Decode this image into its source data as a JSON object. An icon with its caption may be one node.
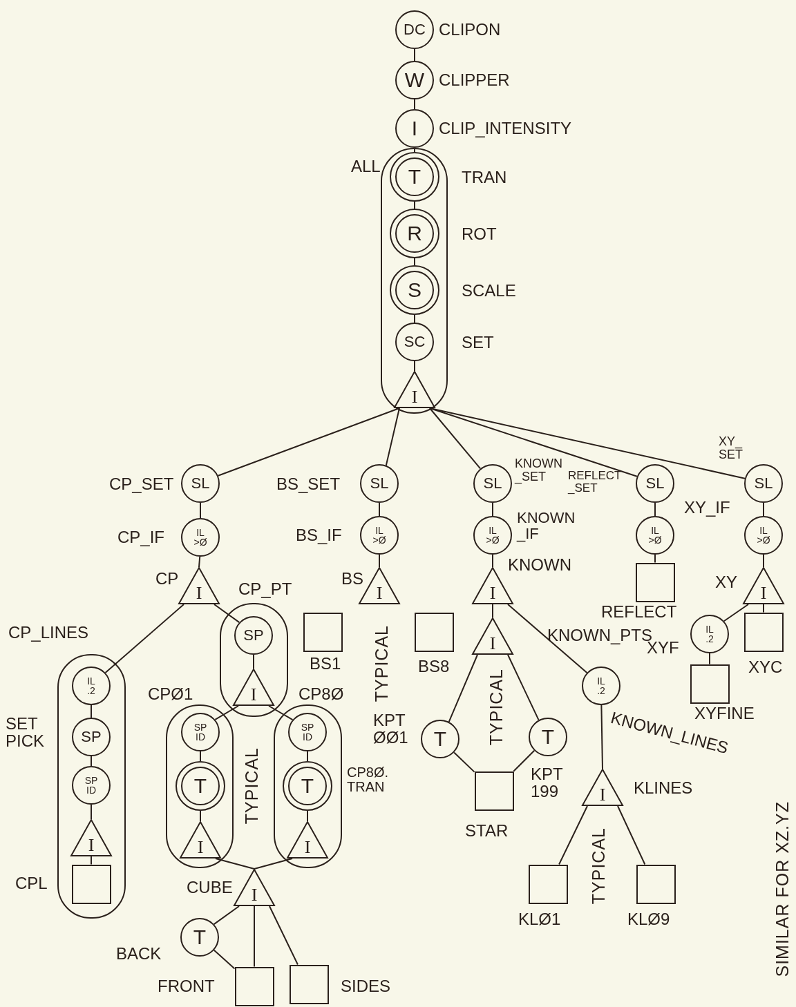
{
  "diagram": {
    "nodes": [
      {
        "text": [
          "DC"
        ],
        "beside": [
          "CLIPON"
        ]
      },
      {
        "text": [
          "W"
        ],
        "beside": [
          "CLIPPER"
        ]
      },
      {
        "text": [
          "I"
        ],
        "beside": [
          "CLIP_INTENSITY"
        ]
      },
      {
        "text": [
          "ALL"
        ]
      },
      {
        "text": [
          "T"
        ],
        "in": 3,
        "beside": [
          "TRAN"
        ]
      },
      {
        "text": [
          "R"
        ],
        "in": 3,
        "beside": [
          "ROT"
        ]
      },
      {
        "text": [
          "S"
        ],
        "in": 3,
        "beside": [
          "SCALE"
        ]
      },
      {
        "text": [
          "SC"
        ],
        "in": 3,
        "beside": [
          "SET"
        ]
      },
      {
        "text": [
          "I"
        ],
        "in": 3
      },
      {
        "text": [
          "SL"
        ],
        "beside": [
          "CP_SET"
        ]
      },
      {
        "text": [
          "SL"
        ],
        "beside": [
          "BS_SET"
        ]
      },
      {
        "text": [
          "SL"
        ],
        "beside": [
          "KNOWN _SET"
        ]
      },
      {
        "text": [
          "SL"
        ],
        "beside": [
          "REFLECT _SET"
        ]
      },
      {
        "text": [
          "SL"
        ],
        "beside": [
          "XY_ SET"
        ]
      },
      {
        "text": [
          "IL >Ø"
        ],
        "beside": [
          "CP_IF"
        ]
      },
      {
        "text": [
          "IL >Ø"
        ],
        "beside": [
          "BS_IF"
        ]
      },
      {
        "text": [
          "IL >Ø"
        ],
        "beside": [
          "KNOWN _IF"
        ]
      },
      {
        "text": [
          "IL >Ø"
        ]
      },
      {
        "text": [
          "IL >Ø"
        ],
        "beside": [
          "XY_IF"
        ]
      },
      {
        "text": [
          "I"
        ],
        "beside": [
          "CP"
        ]
      },
      {
        "text": [
          "I"
        ],
        "beside": [
          "BS"
        ]
      },
      {
        "text": [
          "I"
        ],
        "beside": [
          "KNOWN"
        ]
      },
      {
        "text": [],
        "shape": "box",
        "beside": [
          "REFLECT"
        ]
      },
      {
        "text": [
          "I"
        ],
        "beside": [
          "XY"
        ]
      },
      {
        "text": [
          "CP_LINES"
        ]
      },
      {
        "text": [
          "IL .2"
        ],
        "in": 24
      },
      {
        "text": [
          "SP"
        ],
        "in": 24,
        "beside": [
          "SET PICK"
        ]
      },
      {
        "text": [
          "SP ID"
        ],
        "in": 24
      },
      {
        "text": [
          "I"
        ],
        "in": 24
      },
      {
        "text": [],
        "shape": "box",
        "in": 24,
        "beside": [
          "CPL"
        ]
      },
      {
        "text": [
          "CP_PT"
        ]
      },
      {
        "text": [
          "SP"
        ],
        "in": 30
      },
      {
        "text": [
          "I"
        ],
        "in": 30
      },
      {
        "text": [
          "CPØ1"
        ]
      },
      {
        "text": [
          "SP ID"
        ],
        "in": 33
      },
      {
        "text": [
          "T"
        ],
        "in": 33
      },
      {
        "text": [
          "I"
        ],
        "in": 33
      },
      {
        "text": [
          "CP8Ø"
        ]
      },
      {
        "text": [
          "SP ID"
        ],
        "in": 37
      },
      {
        "text": [
          "T"
        ],
        "in": 37,
        "beside": [
          "CP8Ø. TRAN"
        ]
      },
      {
        "text": [
          "I"
        ],
        "in": 37
      },
      {
        "text": [
          "I"
        ],
        "beside": [
          "CUBE"
        ]
      },
      {
        "text": [
          "T"
        ],
        "beside": [
          "BACK"
        ]
      },
      {
        "text": [],
        "shape": "box",
        "beside": [
          "FRONT"
        ]
      },
      {
        "text": [],
        "shape": "box",
        "beside": [
          "SIDES"
        ]
      },
      {
        "text": [],
        "shape": "box",
        "beside": [
          "BS1"
        ]
      },
      {
        "text": [],
        "shape": "box",
        "beside": [
          "BS8"
        ]
      },
      {
        "text": [
          "I"
        ],
        "beside": [
          "KNOWN_PTS"
        ]
      },
      {
        "text": [
          "T"
        ],
        "beside": [
          "KPT ØØ1"
        ]
      },
      {
        "text": [
          "T"
        ],
        "beside": [
          "KPT 199"
        ]
      },
      {
        "text": [],
        "shape": "box",
        "beside": [
          "STAR"
        ]
      },
      {
        "text": [
          "IL .2"
        ],
        "beside": [
          "KNOWN_LINES"
        ]
      },
      {
        "text": [
          "I"
        ],
        "beside": [
          "KLINES"
        ]
      },
      {
        "text": [],
        "shape": "box",
        "beside": [
          "KLØ1"
        ]
      },
      {
        "text": [],
        "shape": "box",
        "beside": [
          "KLØ9"
        ]
      },
      {
        "text": [
          "IL .2"
        ],
        "beside": [
          "XYF"
        ]
      },
      {
        "text": [],
        "shape": "box",
        "beside": [
          "XYFINE"
        ]
      },
      {
        "text": [],
        "shape": "box",
        "beside": [
          "XYC"
        ]
      }
    ],
    "edges": [
      {
        "from": 0,
        "to": 1,
        "arrow": "none"
      },
      {
        "from": 1,
        "to": 2,
        "arrow": "none"
      },
      {
        "from": 2,
        "to": 4,
        "arrow": "none"
      },
      {
        "from": 4,
        "to": 5,
        "arrow": "none"
      },
      {
        "from": 5,
        "to": 6,
        "arrow": "none"
      },
      {
        "from": 6,
        "to": 7,
        "arrow": "none"
      },
      {
        "from": 7,
        "to": 8,
        "arrow": "none"
      },
      {
        "from": 8,
        "to": 9,
        "arrow": "none"
      },
      {
        "from": 8,
        "to": 10,
        "arrow": "none"
      },
      {
        "from": 8,
        "to": 11,
        "arrow": "none"
      },
      {
        "from": 8,
        "to": 12,
        "arrow": "none"
      },
      {
        "from": 8,
        "to": 13,
        "arrow": "none"
      },
      {
        "from": 9,
        "to": 14,
        "arrow": "none"
      },
      {
        "from": 10,
        "to": 15,
        "arrow": "none"
      },
      {
        "from": 11,
        "to": 16,
        "arrow": "none"
      },
      {
        "from": 12,
        "to": 17,
        "arrow": "none"
      },
      {
        "from": 13,
        "to": 18,
        "arrow": "none"
      },
      {
        "from": 14,
        "to": 19,
        "arrow": "none"
      },
      {
        "from": 15,
        "to": 20,
        "arrow": "none"
      },
      {
        "from": 16,
        "to": 21,
        "arrow": "none"
      },
      {
        "from": 17,
        "to": 22,
        "arrow": "none"
      },
      {
        "from": 18,
        "to": 23,
        "arrow": "none"
      },
      {
        "from": 19,
        "to": 25,
        "arrow": "none"
      },
      {
        "from": 19,
        "to": 31,
        "arrow": "none"
      },
      {
        "from": 25,
        "to": 26,
        "arrow": "none"
      },
      {
        "from": 26,
        "to": 27,
        "arrow": "none"
      },
      {
        "from": 27,
        "to": 28,
        "arrow": "none"
      },
      {
        "from": 28,
        "to": 29,
        "arrow": "none"
      },
      {
        "from": 31,
        "to": 32,
        "arrow": "none"
      },
      {
        "from": 32,
        "to": 34,
        "arrow": "none"
      },
      {
        "from": 32,
        "to": 38,
        "arrow": "none"
      },
      {
        "from": 34,
        "to": 35,
        "arrow": "none"
      },
      {
        "from": 35,
        "to": 36,
        "arrow": "none"
      },
      {
        "from": 38,
        "to": 39,
        "arrow": "none"
      },
      {
        "from": 39,
        "to": 40,
        "arrow": "none"
      },
      {
        "from": 36,
        "to": 41,
        "arrow": "none"
      },
      {
        "from": 40,
        "to": 41,
        "arrow": "none"
      },
      {
        "from": 41,
        "to": 42,
        "arrow": "none"
      },
      {
        "from": 41,
        "to": 43,
        "arrow": "none"
      },
      {
        "from": 41,
        "to": 44,
        "arrow": "none"
      },
      {
        "from": 42,
        "to": 43,
        "arrow": "none"
      },
      {
        "from": 21,
        "to": 47,
        "arrow": "none"
      },
      {
        "from": 21,
        "to": 51,
        "arrow": "none"
      },
      {
        "from": 47,
        "to": 48,
        "arrow": "none"
      },
      {
        "from": 47,
        "to": 49,
        "arrow": "none"
      },
      {
        "from": 48,
        "to": 50,
        "arrow": "none"
      },
      {
        "from": 49,
        "to": 50,
        "arrow": "none"
      },
      {
        "from": 51,
        "to": 52,
        "arrow": "none"
      },
      {
        "from": 52,
        "to": 53,
        "arrow": "none"
      },
      {
        "from": 52,
        "to": 54,
        "arrow": "none"
      },
      {
        "from": 23,
        "to": 55,
        "arrow": "none"
      },
      {
        "from": 23,
        "to": 57,
        "arrow": "none"
      },
      {
        "from": 55,
        "to": 56,
        "arrow": "none"
      }
    ],
    "labels": [
      "TYPICAL",
      "TYPICAL",
      "TYPICAL",
      "TYPICAL",
      "SIMILAR FOR XZ.YZ"
    ]
  }
}
